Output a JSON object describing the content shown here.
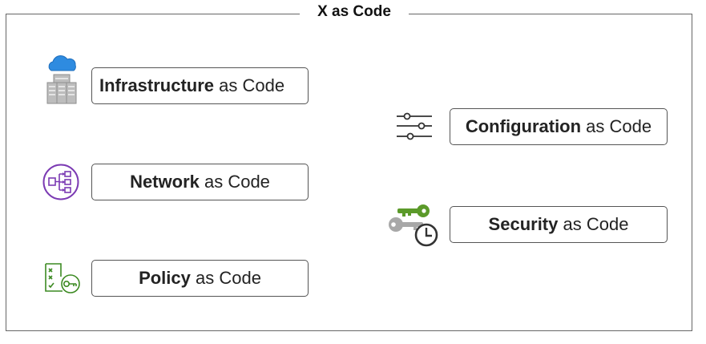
{
  "title": "X as Code",
  "items": [
    {
      "id": "infrastructure",
      "bold": "Infrastructure",
      "suffix": " as Code",
      "icon": "cloud-servers-icon"
    },
    {
      "id": "network",
      "bold": "Network",
      "suffix": " as Code",
      "icon": "network-flow-icon"
    },
    {
      "id": "policy",
      "bold": "Policy",
      "suffix": " as Code",
      "icon": "policy-checklist-key-icon"
    },
    {
      "id": "configuration",
      "bold": "Configuration",
      "suffix": " as Code",
      "icon": "sliders-icon"
    },
    {
      "id": "security",
      "bold": "Security",
      "suffix": " as Code",
      "icon": "keys-clock-icon"
    }
  ],
  "colors": {
    "cloud": "#2e8be0",
    "server": "#9a9a9a",
    "network": "#7b3ab3",
    "policy": "#3c8a22",
    "key_green": "#5b9a2a",
    "key_grey": "#9b9b9b",
    "dark": "#333333"
  }
}
